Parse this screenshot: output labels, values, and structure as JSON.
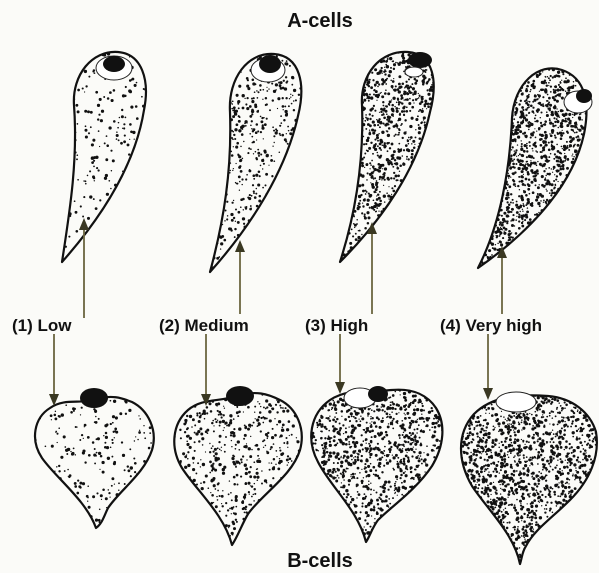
{
  "top_label": "A-cells",
  "bottom_label": "B-cells",
  "levels": [
    {
      "label": "(1) Low",
      "density": 0.12
    },
    {
      "label": "(2) Medium",
      "density": 0.32
    },
    {
      "label": "(3) High",
      "density": 0.58
    },
    {
      "label": "(4) Very high",
      "density": 0.85
    }
  ],
  "colors": {
    "ink": "#111111",
    "arrow": "#6b6640",
    "background": "#fbfbf8"
  }
}
